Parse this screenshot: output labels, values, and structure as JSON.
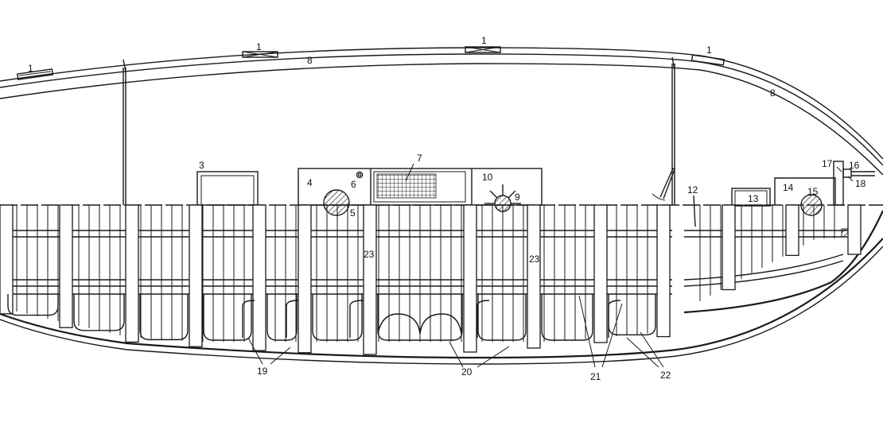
{
  "colors": {
    "ink": "#1a1a1a",
    "paper": "#ffffff"
  },
  "labels": {
    "l1a": "1",
    "l1b": "1",
    "l1c": "1",
    "l1d": "1",
    "l3": "3",
    "l4": "4",
    "l5": "5",
    "l6": "6",
    "l7": "7",
    "l8a": "8",
    "l8b": "8",
    "l9": "9",
    "l10": "10",
    "l12": "12",
    "l13": "13",
    "l14": "14",
    "l15": "15",
    "l16": "16",
    "l17": "17",
    "l18": "18",
    "l19": "19",
    "l20": "20",
    "l21": "21",
    "l22": "22",
    "l23a": "23",
    "l23b": "23"
  }
}
